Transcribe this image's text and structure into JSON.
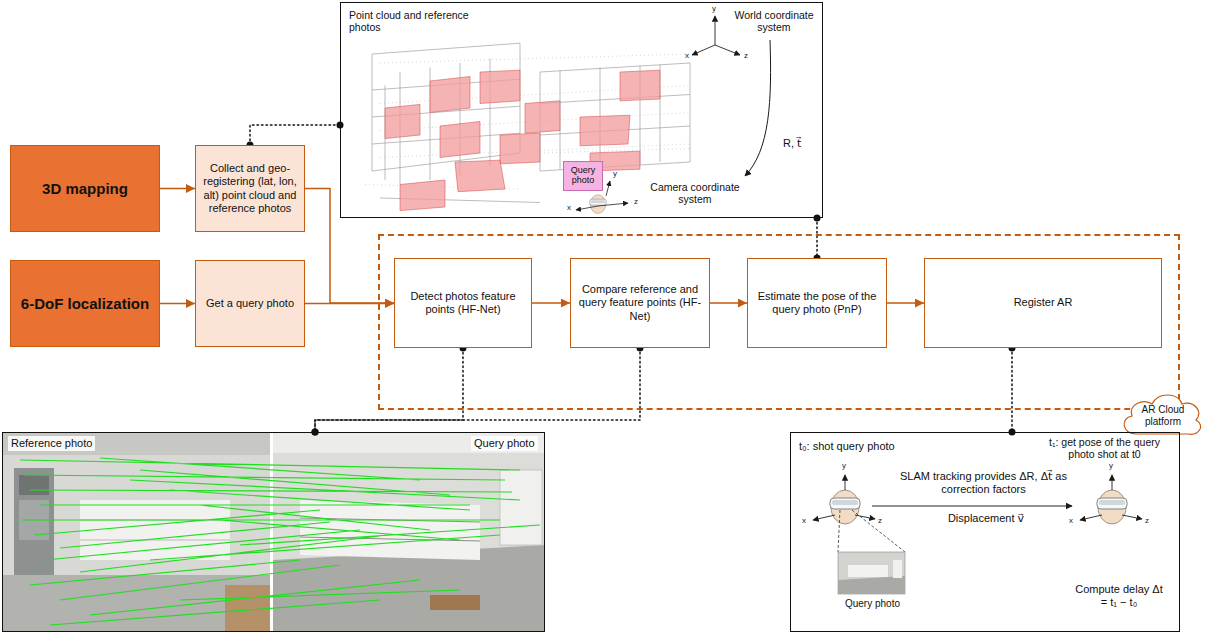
{
  "diagram": {
    "nodes": [
      {
        "text": [
          "Point cloud and reference photos",
          "World coordinate system",
          "R, t⃗",
          "Camera coordinate system"
        ]
      },
      {
        "text": [
          "Query photo"
        ],
        "in": 0
      },
      {
        "text": [
          "3D mapping"
        ]
      },
      {
        "text": [
          "Collect and geo-registering (lat, lon, alt) point cloud and reference photos"
        ]
      },
      {
        "text": [
          "6-DoF localization"
        ]
      },
      {
        "text": [
          "Get a query photo"
        ]
      },
      {
        "text": [
          "AR Cloud platform"
        ]
      },
      {
        "text": [
          "Detect photos feature points (HF-Net)"
        ],
        "in": 6
      },
      {
        "text": [
          "Compare reference and query feature points (HF-Net)"
        ],
        "in": 6
      },
      {
        "text": [
          "Estimate the pose of the query photo (PnP)"
        ],
        "in": 6
      },
      {
        "text": [
          "Register AR"
        ],
        "in": 6
      },
      {
        "text": [
          "Reference photo",
          "Query photo"
        ]
      },
      {
        "text": [
          "t₀: shot query photo",
          "t₁: get pose of the query photo shot at t0",
          "SLAM tracking provides ΔR, Δt⃗ as correction factors",
          "Displacement v⃗",
          "Query photo",
          "Compute delay Δt = t₁ − t₀"
        ]
      }
    ],
    "edges": [
      {
        "from": 2,
        "to": 3,
        "arrow": "to"
      },
      {
        "from": 4,
        "to": 5,
        "arrow": "to"
      },
      {
        "from": 3,
        "to": 7,
        "arrow": "to"
      },
      {
        "from": 5,
        "to": 7,
        "arrow": "to"
      },
      {
        "from": 7,
        "to": 8,
        "arrow": "to"
      },
      {
        "from": 8,
        "to": 9,
        "arrow": "to"
      },
      {
        "from": 9,
        "to": 10,
        "arrow": "to"
      },
      {
        "from": 3,
        "to": 0,
        "arrow": "none"
      },
      {
        "from": 0,
        "to": 9,
        "arrow": "none"
      },
      {
        "from": 7,
        "to": 11,
        "arrow": "none"
      },
      {
        "from": 8,
        "to": 11,
        "arrow": "none"
      },
      {
        "from": 10,
        "to": 12,
        "arrow": "none"
      }
    ],
    "labels": [
      "y",
      "x",
      "z",
      "x",
      "y",
      "z",
      "y",
      "x",
      "z",
      "y",
      "x",
      "z"
    ]
  }
}
